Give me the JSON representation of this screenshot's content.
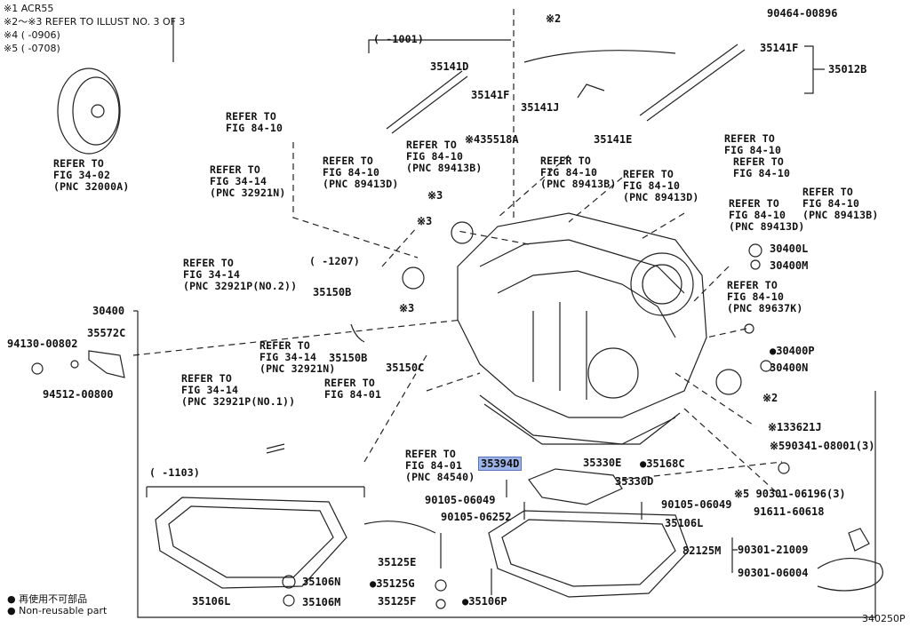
{
  "notes": [
    "※1 ACR55",
    "※2～※3 REFER TO ILLUST NO. 3 OF 3",
    "※4 (        -0906)",
    "※5 (        -0708)"
  ],
  "legend": {
    "jp": "● 再使用不可部品",
    "en": "● Non-reusable part"
  },
  "illustration_id": "340250P",
  "ranges": {
    "r1001": "(    -1001)",
    "r1207": "(    -1207)",
    "r1103": "(    -1103)"
  },
  "refs": {
    "torque": [
      "REFER TO",
      "FIG 34-02",
      "(PNC 32000A)"
    ],
    "fig8410_a": [
      "REFER TO",
      "FIG 84-10"
    ],
    "fig8410_b": [
      "REFER TO",
      "FIG 84-10",
      "(PNC 89413D)"
    ],
    "fig8410_c": [
      "REFER TO",
      "FIG 84-10",
      "(PNC 89413B)"
    ],
    "fig3414_n": [
      "REFER TO",
      "FIG 34-14",
      "(PNC 32921N)"
    ],
    "fig3414_p2": [
      "REFER TO",
      "FIG 34-14",
      "(PNC 32921P(NO.2))"
    ],
    "fig3414_n2": [
      "REFER TO",
      "FIG 34-14",
      "(PNC 32921N)"
    ],
    "fig3414_p1": [
      "REFER TO",
      "FIG 34-14",
      "(PNC 32921P(NO.1))"
    ],
    "fig8401": [
      "REFER TO",
      "FIG 84-01"
    ],
    "fig8401b": [
      "REFER TO",
      "FIG 84-01",
      "(PNC 84540)"
    ],
    "r_fig8410_b2": [
      "REFER TO",
      "FIG 84-10",
      "(PNC 89413B)"
    ],
    "r_fig8410_d2": [
      "REFER TO",
      "FIG 84-10",
      "(PNC 89413D)"
    ],
    "r_fig8410_a1": [
      "REFER TO",
      "FIG 84-10"
    ],
    "r_fig8410_a2": [
      "REFER TO",
      "FIG 84-10"
    ],
    "r_fig8410_b3": [
      "REFER TO",
      "FIG 84-10",
      "(PNC 89413B)"
    ],
    "r_fig8410_d3": [
      "REFER TO",
      "FIG 84-10",
      "(PNC 89413D)"
    ],
    "r_fig8410_k": [
      "REFER TO",
      "FIG 84-10",
      "(PNC 89637K)"
    ]
  },
  "parts": {
    "p35141D": "35141D",
    "p35141F": "35141F",
    "p35141F_b": "35141F",
    "p35012B": "35012B",
    "p90464": "90464-00896",
    "p_s2a": "※2",
    "p35141J": "35141J",
    "p35141E": "35141E",
    "p35518A": "※435518A",
    "p_s3a": "※3",
    "p_s3b": "※3",
    "p_s3c": "※3",
    "p30400L": "30400L",
    "p30400M": "30400M",
    "p30400": "30400",
    "p35150B": "35150B",
    "p35150B_b": "35150B",
    "p35150C": "35150C",
    "p30400P": "●30400P",
    "p30400N": "30400N",
    "p_s2b": "※2",
    "p133621J": "※133621J",
    "p90341": "※590341-08001(3)",
    "p94130": "94130-00802",
    "p35572C": "35572C",
    "p94512": "94512-00800",
    "p35394D": "35394D",
    "p35330E": "35330E",
    "p35168C": "●35168C",
    "p35330D": "35330D",
    "p90301_06196": "※5 90301-06196(3)",
    "p90105_06049a": "90105-06049",
    "p90105_06049b": "90105-06049",
    "p90105_06252": "90105-06252",
    "p35106L_a": "35106L",
    "p91611": "91611-60618",
    "p82125M": "82125M",
    "p90301_21009": "90301-21009",
    "p90301_06004": "90301-06004",
    "p35125E": "35125E",
    "p35106N": "35106N",
    "p35125G": "●35125G",
    "p35106M": "35106M",
    "p35125F": "35125F",
    "p35106P": "●35106P",
    "p35106L_b": "35106L"
  }
}
